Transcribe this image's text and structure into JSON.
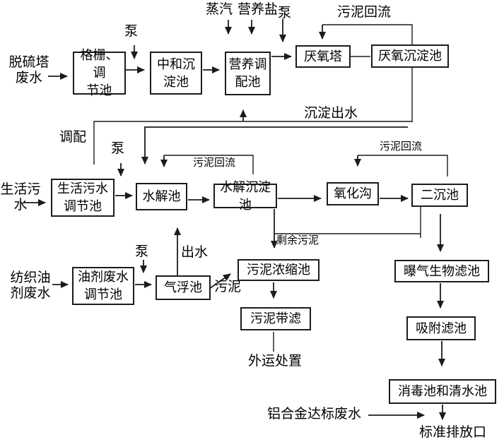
{
  "diagram": {
    "title_semantic": "wastewater treatment process flow diagram",
    "colors": {
      "line": "#1c1c1c",
      "background": "#ffffff",
      "text": "#000000"
    },
    "boxes": {
      "grid_regulation_tank": {
        "label": "格栅、调\n节池"
      },
      "neutralization_sedimentation_tank": {
        "label": "中和沉\n淀池"
      },
      "nutrient_preparation_tank": {
        "label": "营养调\n配池"
      },
      "anaerobic_tower": {
        "label": "厌氧塔"
      },
      "anaerobic_sedimentation_tank": {
        "label": "厌氧沉淀池"
      },
      "domestic_sewage_regulation_tank": {
        "label": "生活污水\n调节池"
      },
      "hydrolysis_tank": {
        "label": "水解池"
      },
      "hydrolysis_sedimentation_tank": {
        "label": "水解沉淀池"
      },
      "oxidation_ditch": {
        "label": "氧化沟"
      },
      "secondary_sedimentation_tank": {
        "label": "二沉池"
      },
      "oil_wastewater_regulation_tank": {
        "label": "油剂废水\n调节池"
      },
      "air_flotation_tank": {
        "label": "气浮池"
      },
      "sludge_thickening_tank": {
        "label": "污泥浓缩池"
      },
      "sludge_belt_filter": {
        "label": "污泥带滤"
      },
      "aeration_biofilter": {
        "label": "曝气生物滤池"
      },
      "adsorption_filter": {
        "label": "吸附滤池"
      },
      "disinfection_clear_water_tank": {
        "label": "消毒池和清水池"
      }
    },
    "sources": {
      "desulfurization_tower_wastewater": "脱硫塔\n废水",
      "domestic_sewage": "生活污\n水",
      "textile_oil_wastewater": "纺织油\n剂废水",
      "aluminum_alloy_standard_wastewater": "铝合金达标废水"
    },
    "terminals": {
      "standard_discharge_outlet": "标准排放口",
      "external_disposal": "外运处置"
    },
    "flow_labels": {
      "pump_top1": "泵",
      "pump_top2": "泵",
      "pump_mid": "泵",
      "pump_bottom": "泵",
      "steam": "蒸汽",
      "nutrient_salt": "营养盐",
      "sludge_return_top": "污泥回流",
      "sludge_return_mid": "污泥回流",
      "sludge_return_right": "污泥回流",
      "sedimentation_effluent": "沉淀出水",
      "preparation": "调配",
      "excess_sludge": "剩余污泥",
      "effluent": "出水",
      "sludge": "污泥"
    }
  }
}
